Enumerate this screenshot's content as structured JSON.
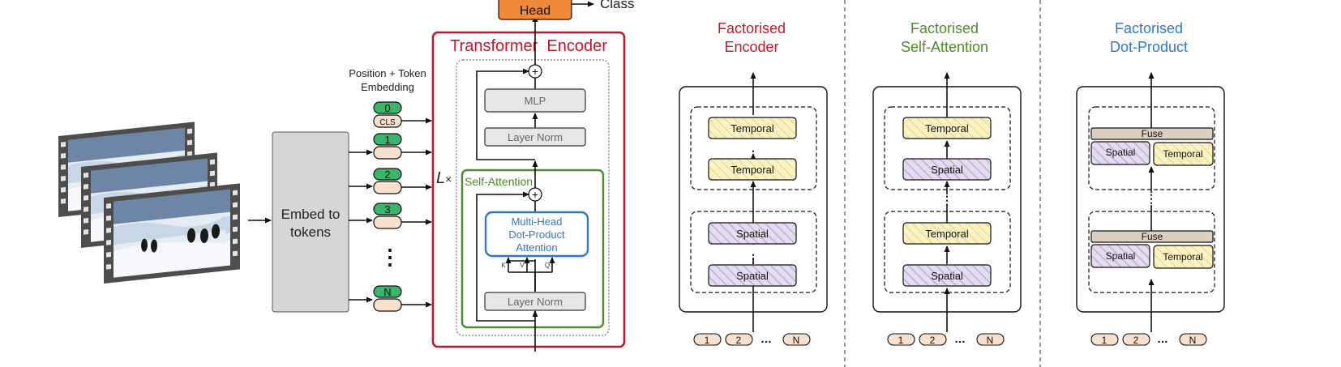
{
  "colors": {
    "red": "#c0182a",
    "green": "#4e8b2a",
    "blue": "#2f79c2",
    "head_fill": "#ef8a3a",
    "token_green": "#3bb56b",
    "token_peach": "#f8e0cf",
    "box_gray": "#d6d6d6",
    "temporal_fill": "#fbf3c6",
    "spatial_fill": "#e4dcef",
    "fuse_fill": "#dccfc0"
  },
  "head": {
    "label": "Head",
    "class_label": "Class"
  },
  "embed_box": {
    "line1": "Embed to",
    "line2": "tokens"
  },
  "position_token_label": {
    "line1": "Position + Token",
    "line2": "Embedding"
  },
  "tokens": {
    "position_ids": [
      "0",
      "1",
      "2",
      "3",
      "N"
    ],
    "cls_label": "CLS",
    "ellipsis": "⋮"
  },
  "encoder": {
    "title": "Transformer  Encoder",
    "repeat_label": "L",
    "repeat_times": "×",
    "mlp": "MLP",
    "layer_norm_top": "Layer Norm",
    "layer_norm_bottom": "Layer Norm",
    "self_attention": "Self-Attention",
    "mhsa_line1": "Multi-Head",
    "mhsa_line2": "Dot-Product",
    "mhsa_line3": "Attention",
    "k": "K",
    "v": "V",
    "q": "Q",
    "plus": "+"
  },
  "panels": [
    {
      "title_line1": "Factorised",
      "title_line2": "Encoder",
      "blocks_top": [
        "Temporal",
        "Temporal"
      ],
      "blocks_bottom": [
        "Spatial",
        "Spatial"
      ],
      "dots": "⋮",
      "inputs": [
        "1",
        "2",
        "N"
      ],
      "input_ellipsis": "…"
    },
    {
      "title_line1": "Factorised",
      "title_line2": "Self-Attention",
      "blocks_top": [
        "Temporal",
        "Spatial"
      ],
      "blocks_bottom": [
        "Temporal",
        "Spatial"
      ],
      "dots": "⋮",
      "inputs": [
        "1",
        "2",
        "N"
      ],
      "input_ellipsis": "…"
    },
    {
      "title_line1": "Factorised",
      "title_line2": "Dot-Product",
      "fuse_label": "Fuse",
      "pair_left": "Spatial",
      "pair_right": "Temporal",
      "dots": "⋮",
      "inputs": [
        "1",
        "2",
        "N"
      ],
      "input_ellipsis": "…"
    }
  ]
}
